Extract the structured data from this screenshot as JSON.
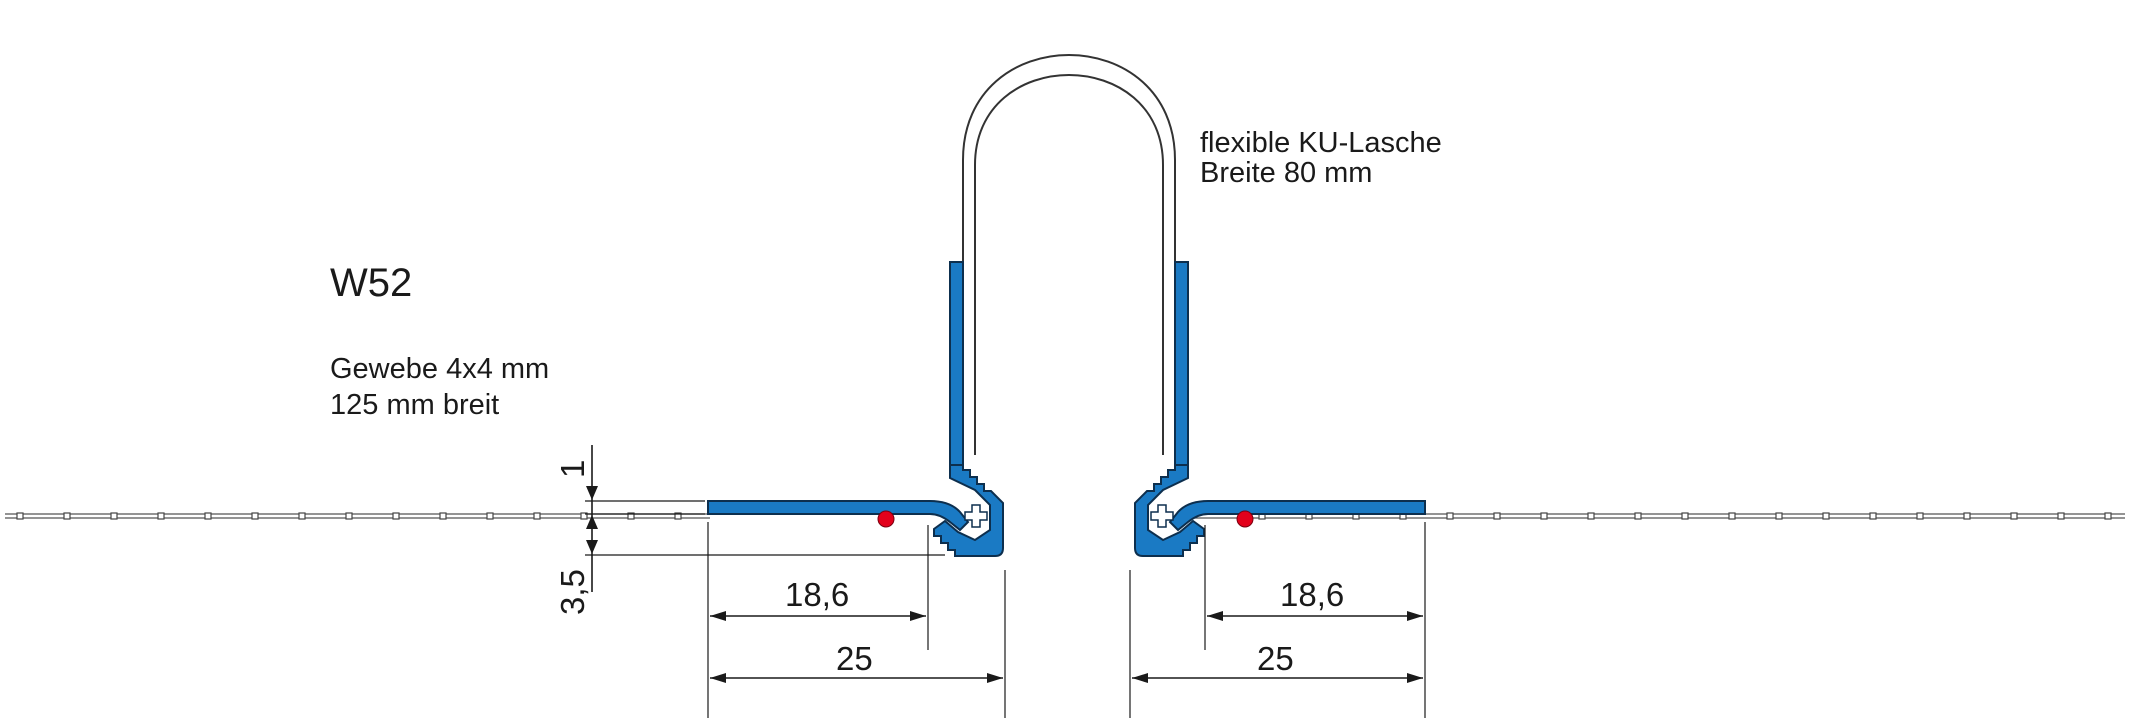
{
  "title": "W52",
  "fabric": {
    "line1": "Gewebe 4x4 mm",
    "line2": "125 mm breit"
  },
  "flap": {
    "line1": "flexible KU-Lasche",
    "line2": "Breite 80 mm"
  },
  "dimensions": {
    "thickness_top": "1",
    "thickness_bottom": "3,5",
    "left_inner": "18,6",
    "left_outer": "25",
    "right_inner": "18,6",
    "right_outer": "25"
  },
  "colors": {
    "profile": "#1a7ac4",
    "seal_dot": "#e3001b"
  }
}
